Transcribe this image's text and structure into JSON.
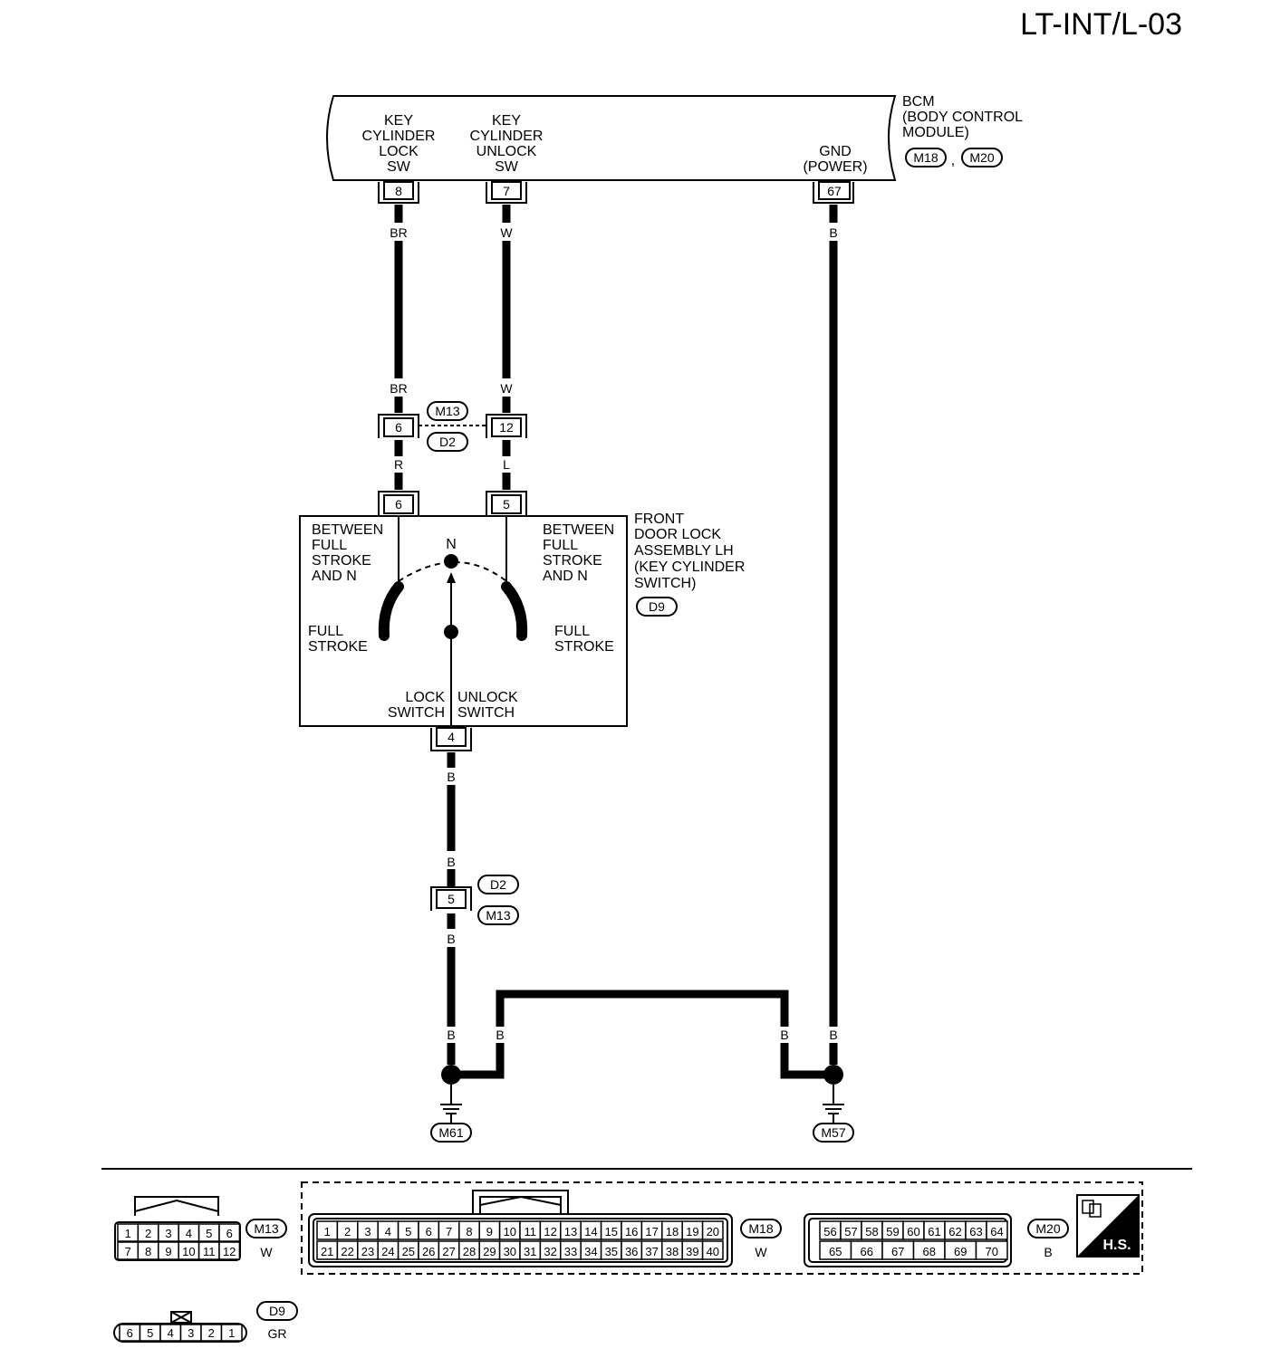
{
  "page_code": "LT-INT/L-03",
  "bcm": {
    "name_lines": [
      "BCM",
      "(BODY CONTROL",
      "MODULE)"
    ],
    "connectors": [
      "M18",
      "M20"
    ],
    "separator": ",",
    "pin_labels": {
      "lock_sw": [
        "KEY",
        "CYLINDER",
        "LOCK",
        "SW"
      ],
      "unlock_sw": [
        "KEY",
        "CYLINDER",
        "UNLOCK",
        "SW"
      ],
      "gnd": [
        "GND",
        "(POWER)"
      ]
    },
    "pins": {
      "lock_sw": "8",
      "unlock_sw": "7",
      "gnd": "67"
    }
  },
  "wires": {
    "br": "BR",
    "w": "W",
    "b": "B",
    "r": "R",
    "l": "L"
  },
  "joint_connector": {
    "upper_id": "M13",
    "lower_id": "D2",
    "pin_lock": "6",
    "pin_unlock": "12"
  },
  "door_lock": {
    "name_lines": [
      "FRONT",
      "DOOR LOCK",
      "ASSEMBLY LH",
      "(KEY CYLINDER",
      "SWITCH)"
    ],
    "connector": "D9",
    "pin_lock": "6",
    "pin_unlock": "5",
    "pin_ground": "4",
    "left_between": [
      "BETWEEN",
      "FULL",
      "STROKE",
      "AND N"
    ],
    "right_between": [
      "BETWEEN",
      "FULL",
      "STROKE",
      "AND N"
    ],
    "neutral": "N",
    "left_full": [
      "FULL",
      "STROKE"
    ],
    "right_full": [
      "FULL",
      "STROKE"
    ],
    "lock_switch": [
      "LOCK",
      "SWITCH"
    ],
    "unlock_switch": [
      "UNLOCK",
      "SWITCH"
    ]
  },
  "ground_connector": {
    "upper_id": "D2",
    "lower_id": "M13",
    "pin": "5"
  },
  "grounds": {
    "left": "M61",
    "right": "M57"
  },
  "connector_views": {
    "m13": {
      "id": "M13",
      "color": "W",
      "row1": [
        "1",
        "2",
        "3",
        "4",
        "5",
        "6"
      ],
      "row2": [
        "7",
        "8",
        "9",
        "10",
        "11",
        "12"
      ]
    },
    "m18": {
      "id": "M18",
      "color": "W",
      "row1": [
        "1",
        "2",
        "3",
        "4",
        "5",
        "6",
        "7",
        "8",
        "9",
        "10",
        "11",
        "12",
        "13",
        "14",
        "15",
        "16",
        "17",
        "18",
        "19",
        "20"
      ],
      "row2": [
        "21",
        "22",
        "23",
        "24",
        "25",
        "26",
        "27",
        "28",
        "29",
        "30",
        "31",
        "32",
        "33",
        "34",
        "35",
        "36",
        "37",
        "38",
        "39",
        "40"
      ]
    },
    "m20": {
      "id": "M20",
      "color": "B",
      "row1": [
        "56",
        "57",
        "58",
        "59",
        "60",
        "61",
        "62",
        "63",
        "64"
      ],
      "row2": [
        "65",
        "66",
        "67",
        "68",
        "69",
        "70"
      ]
    },
    "d9": {
      "id": "D9",
      "color": "GR",
      "row": [
        "6",
        "5",
        "4",
        "3",
        "2",
        "1"
      ]
    },
    "hs": "H.S."
  }
}
